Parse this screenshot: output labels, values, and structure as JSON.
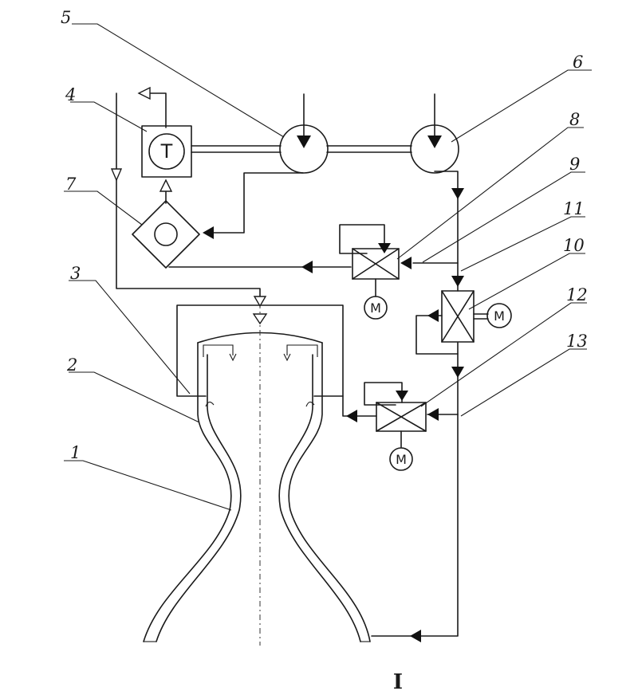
{
  "labels": {
    "n1": "1",
    "n2": "2",
    "n3": "3",
    "n4": "4",
    "n5": "5",
    "n6": "6",
    "n7": "7",
    "n8": "8",
    "n9": "9",
    "n10": "10",
    "n11": "11",
    "n12": "12",
    "n13": "13"
  },
  "symbols": {
    "turbine": "T",
    "motor": "M"
  },
  "figure": {
    "mark": "I"
  }
}
